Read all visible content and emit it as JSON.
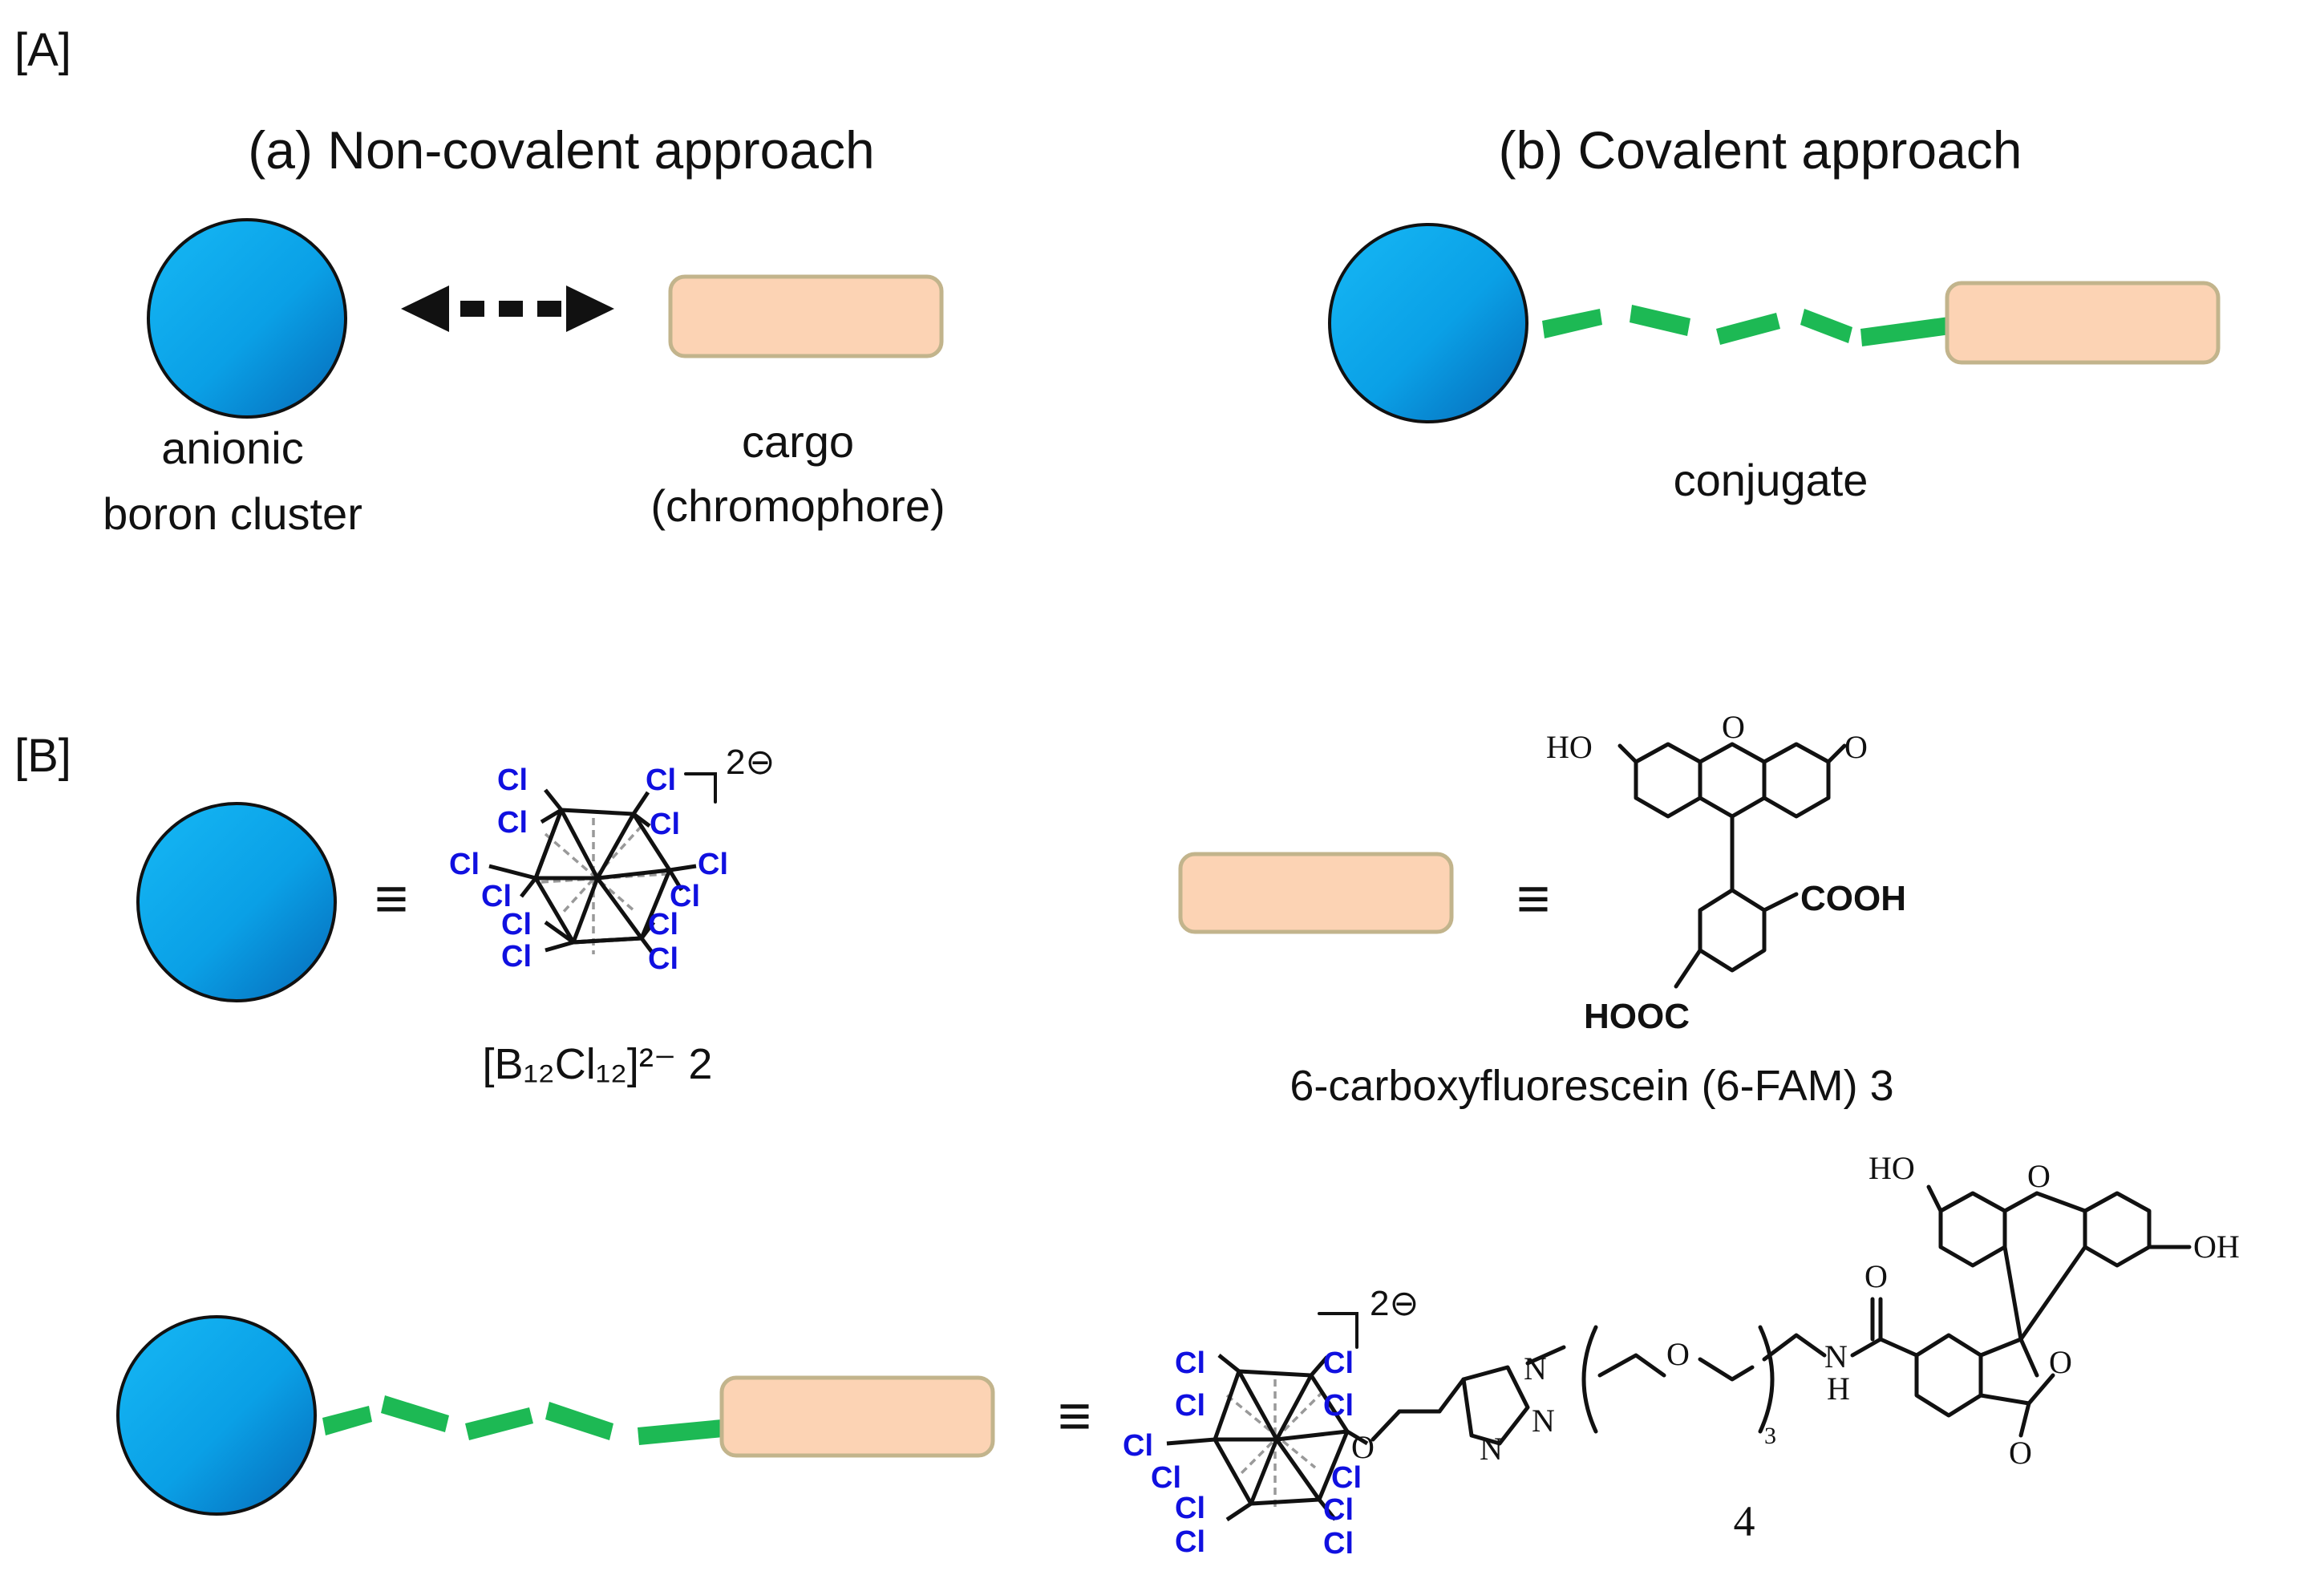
{
  "panel_a": {
    "label": "[A]",
    "title_a": "(a) Non-covalent approach",
    "title_b": "(b) Covalent approach",
    "cluster_label_1": "anionic",
    "cluster_label_2": "boron cluster",
    "cargo_label_1": "cargo",
    "cargo_label_2": "(chromophore)",
    "conjugate_label": "conjugate"
  },
  "panel_b": {
    "label": "[B]",
    "equiv_symbol": "≡",
    "charge": "2⊖",
    "chlorine": "Cl",
    "compound2_label": "[B₁₂Cl₁₂]²⁻ 2",
    "compound3_label": "6-carboxyfluorescein (6-FAM) 3",
    "compound4_number": "4",
    "repeat_subscript": "3",
    "groups": {
      "ho": "HO",
      "oh": "OH",
      "o": "O",
      "cooh": "COOH",
      "hooc": "HOOC",
      "n": "N",
      "h": "H"
    }
  },
  "colors": {
    "cluster_blue": "#0aa6ea",
    "cargo_fill": "#fcd3b4",
    "cargo_border": "#c2b48c",
    "linker_green": "#1db954",
    "chlorine_blue": "#1010e0"
  }
}
